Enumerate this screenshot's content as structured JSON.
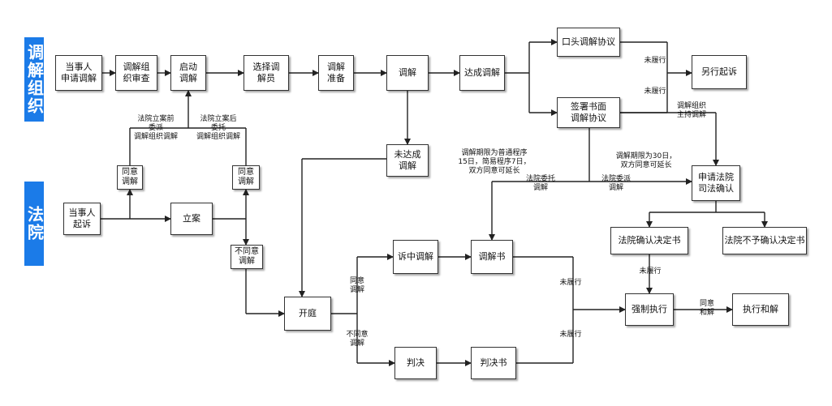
{
  "lanes": {
    "mediation": "调解组织",
    "court": "法院"
  },
  "nodes": {
    "n_apply": "当事人\n申请调解",
    "n_review": "调解组\n织审查",
    "n_start": "启动\n调解",
    "n_choose": "选择调\n解员",
    "n_prepare": "调解\n准备",
    "n_mediate": "调解",
    "n_reach": "达成调解",
    "n_oral": "口头调解协议",
    "n_other": "另行起诉",
    "n_written": "签署书面\n调解协议",
    "n_fail": "未达成\n调解",
    "n_agree1": "同意\n调解",
    "n_agree2": "同意\n调解",
    "n_sue": "当事人\n起诉",
    "n_file": "立案",
    "n_disagree": "不同意\n调解",
    "n_trial": "开庭",
    "n_lit_med": "诉中调解",
    "n_med_doc": "调解书",
    "n_judge": "判决",
    "n_verdict": "判决书",
    "n_confirm_apply": "申请法院\n司法确认",
    "n_confirm_yes": "法院确认决定书",
    "n_confirm_no": "法院不予确认决定书",
    "n_enforce": "强制执行",
    "n_settle": "执行和解"
  },
  "labels": {
    "l_before": "法院立案前\n委派\n调解组织调解",
    "l_after": "法院立案后\n委托\n调解组织调解",
    "l_notperf1": "未履行",
    "l_notperf2": "未履行",
    "l_org_host": "调解组织\n主持调解",
    "l_period_court": "调解期限为普通程序\n15日，简易程序7日，\n双方同意可延长",
    "l_entrust": "法院委托\n调解",
    "l_period_org": "调解期限为30日，\n双方同意可延长",
    "l_delegate": "法院委派\n调解",
    "l_agree_med": "同意\n调解",
    "l_disagree_med": "不同意\n调解",
    "l_notperf3": "未履行",
    "l_notperf4": "未履行",
    "l_notperf5": "未履行",
    "l_agree_settle": "同意\n和解"
  }
}
